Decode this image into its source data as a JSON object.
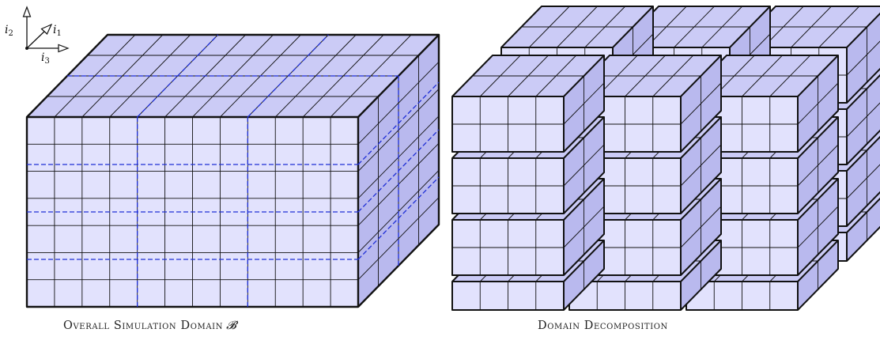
{
  "axes": {
    "labels": [
      {
        "name": "axis-label-i2",
        "base": "i",
        "sub": "2"
      },
      {
        "name": "axis-label-i1",
        "base": "i",
        "sub": "1"
      },
      {
        "name": "axis-label-i3",
        "base": "i",
        "sub": "3"
      }
    ]
  },
  "captions": {
    "left_text": "Overall Simulation Domain",
    "left_symbol": "𝓑",
    "right_text": "Domain Decomposition"
  },
  "colors": {
    "front": "#e2e2fd",
    "top": "#cbcbf6",
    "side": "#b9b9ee",
    "edge": "#111111",
    "decomposition_line": "#1f2fd6"
  },
  "overall_domain": {
    "grid_cols": 12,
    "grid_rows": 7,
    "depth_cells": 4,
    "subdomain_splits_i3": 3,
    "subdomain_splits_i2": 4,
    "subdomain_splits_i1": 2
  },
  "decomposition": {
    "cols": 3,
    "rows": 4,
    "depth": 2,
    "cells_per_block_i3": 4,
    "cells_per_block_i2": 2,
    "cells_per_block_i1": 2,
    "bottom_row_cells_i2": 1
  }
}
